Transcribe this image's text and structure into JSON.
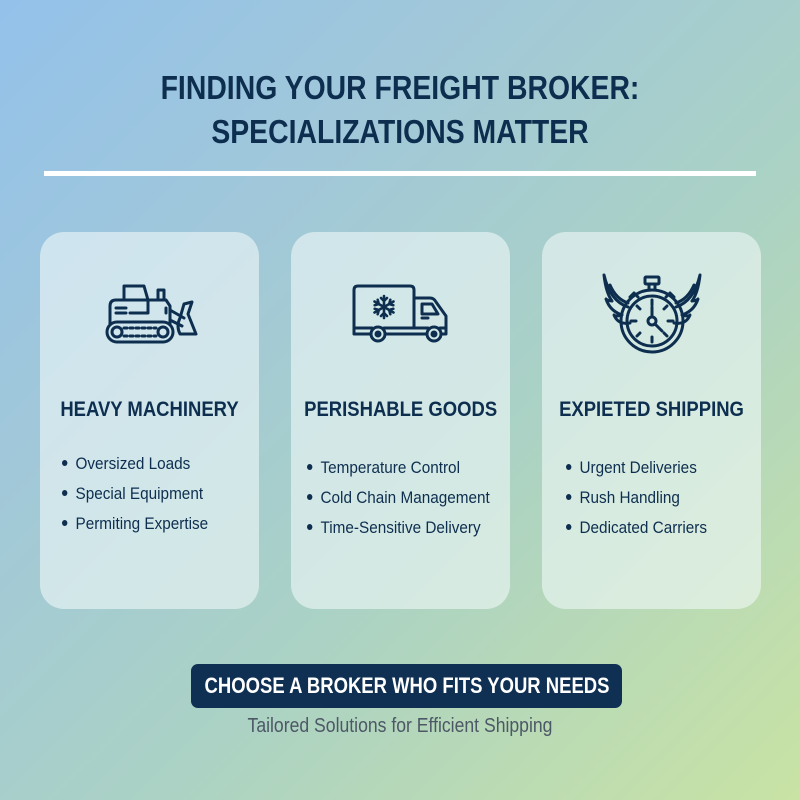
{
  "header": {
    "title_line1": "FINDING YOUR FREIGHT BROKER:",
    "title_line2": "SPECIALIZATIONS MATTER"
  },
  "cards": [
    {
      "icon": "bulldozer-icon",
      "heading": "HEAVY MACHINERY",
      "items": [
        "Oversized Loads",
        "Special Equipment",
        "Permiting Expertise"
      ]
    },
    {
      "icon": "refrigerated-truck-icon",
      "heading": "PERISHABLE GOODS",
      "items": [
        "Temperature Control",
        "Cold Chain Management",
        "Time-Sensitive Delivery"
      ]
    },
    {
      "icon": "winged-stopwatch-icon",
      "heading": "EXPIETED SHIPPING",
      "items": [
        "Urgent Deliveries",
        "Rush Handling",
        "Dedicated Carriers"
      ]
    }
  ],
  "footer": {
    "cta_label": "CHOOSE A BROKER WHO FITS YOUR NEEDS",
    "subtitle": "Tailored Solutions for Efficient Shipping"
  },
  "colors": {
    "primary_navy": "#0d2e4f",
    "cta_background": "#0f3053",
    "subtitle_gray": "#4d5866",
    "gradient_start": "#93c1ea",
    "gradient_end": "#c9e3a4"
  }
}
